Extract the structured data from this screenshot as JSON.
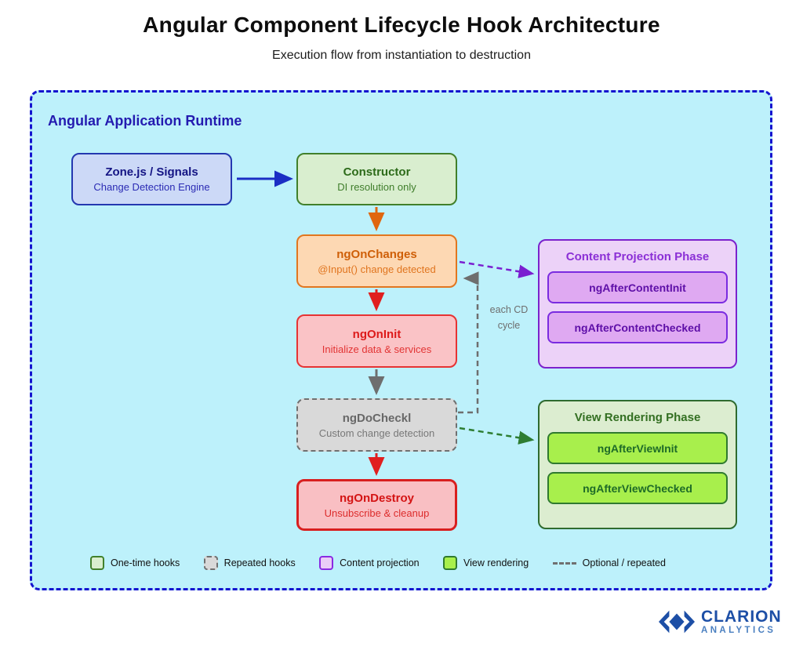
{
  "header": {
    "title": "Angular Component Lifecycle Hook Architecture",
    "subtitle": "Execution flow from instantiation to destruction"
  },
  "runtime_label": "Angular Application Runtime",
  "nodes": {
    "zone": {
      "title": "Zone.js / Signals",
      "subtitle": "Change Detection Engine"
    },
    "ctor": {
      "title": "Constructor",
      "subtitle": "DI resolution only"
    },
    "ngOnChanges": {
      "title": "ngOnChanges",
      "subtitle": "@Input() change detected"
    },
    "ngOnInit": {
      "title": "ngOnInit",
      "subtitle": "Initialize data & services"
    },
    "ngDoCheck": {
      "title": "ngDoCheckl",
      "subtitle": "Custom change detection"
    },
    "ngOnDestroy": {
      "title": "ngOnDestroy",
      "subtitle": "Unsubscribe & cleanup"
    }
  },
  "phases": {
    "content": {
      "title": "Content Projection Phase",
      "items": [
        "ngAfterContentInit",
        "ngAfterContentChecked"
      ]
    },
    "view": {
      "title": "View Rendering Phase",
      "items": [
        "ngAfterViewInit",
        "ngAfterViewChecked"
      ]
    }
  },
  "annotations": {
    "cd_cycle_line1": "each CD",
    "cd_cycle_line2": "cycle"
  },
  "legend": {
    "one_time": "One-time hooks",
    "repeated": "Repeated hooks",
    "content_projection": "Content projection",
    "view_rendering": "View rendering",
    "optional": "Optional / repeated"
  },
  "logo": {
    "name": "CLARION",
    "subname": "ANALYTICS"
  },
  "colors": {
    "container_bg": "#bdf1fb",
    "container_border": "#1414cf",
    "flow_blue": "#1b2ec4",
    "flow_orange": "#e0660f",
    "flow_red": "#e01f1f",
    "flow_gray": "#6e6e6e",
    "dashed_purple": "#7a1fd0",
    "dashed_green": "#2e7d32",
    "brand_blue": "#1d4fa6"
  }
}
